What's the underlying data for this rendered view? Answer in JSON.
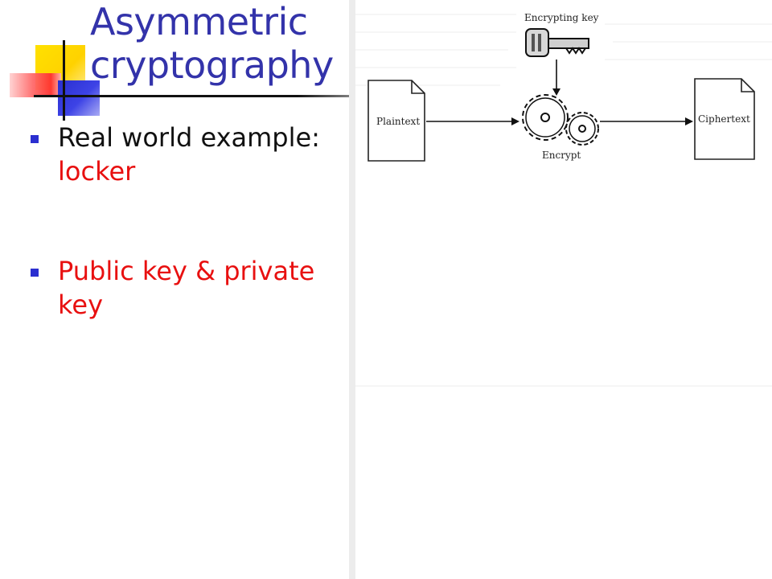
{
  "slide": {
    "title_line1": "Asymmetric",
    "title_line2": "cryptography",
    "bullets": [
      {
        "text_before": "Real world example: ",
        "text_highlight": "locker"
      },
      {
        "text_before": "",
        "text_highlight": "Public key & private key"
      }
    ]
  },
  "figure": {
    "key_label": "Encrypting key",
    "input_doc_label": "Plaintext",
    "process_label": "Encrypt",
    "output_doc_label": "Ciphertext",
    "icons": [
      "key-icon",
      "document-icon",
      "gear-icon",
      "document-icon"
    ]
  },
  "colors": {
    "title": "#3333aa",
    "highlight": "#e81010",
    "bullet_marker": "#2b2fd0",
    "text": "#111111"
  }
}
